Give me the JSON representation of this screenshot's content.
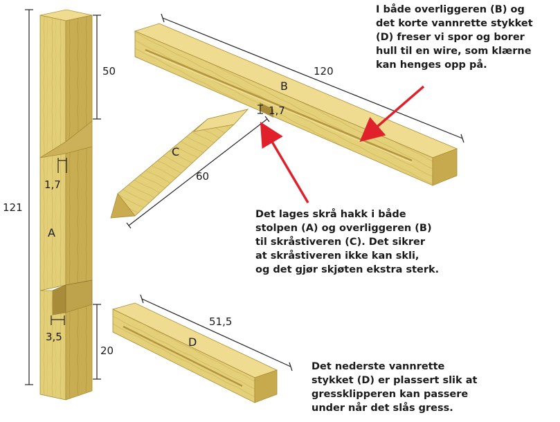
{
  "parts": {
    "a": "A",
    "b": "B",
    "c": "C",
    "d": "D"
  },
  "dimensions": {
    "post_height": "121",
    "post_top": "50",
    "post_notch": "1,7",
    "post_bottom_notch": "3,5",
    "post_bottom": "20",
    "beam_b_length": "120",
    "beam_b_notch": "1,7",
    "brace_c_length": "60",
    "piece_d_length": "51,5"
  },
  "notes": {
    "top_right": "I både overliggeren (B) og\ndet korte vannrette stykket\n(D) freser vi spor og borer\nhull til en wire, som klærne\nkan henges opp på.",
    "middle": "Det lages skrå hakk i både\nstolpen (A) og overliggeren (B)\ntil skråstiveren (C). Det sikrer\nat skråstiveren ikke kan skli,\nog det gjør skjøten ekstra sterk.",
    "bottom_right": "Det nederste vannrette\nstykket (D) er plassert slik at\ngressklipperen kan passere\nunder når det slås gress."
  },
  "colors": {
    "wood_light": "#e6d27c",
    "wood_mid": "#d2b85a",
    "wood_dark": "#b89a3e",
    "arrow": "#e0202a",
    "line": "#222222"
  }
}
